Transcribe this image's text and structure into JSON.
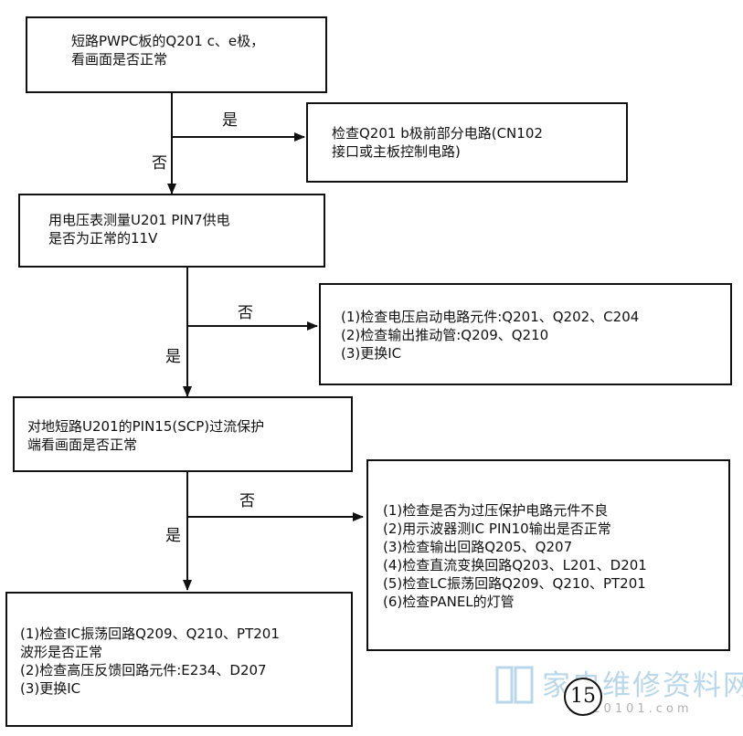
{
  "boxes": {
    "step1": {
      "lines": [
        "短路PWPC板的Q201 c、e极，",
        "看画面是否正常"
      ]
    },
    "yes1": {
      "lines": [
        "检查Q201 b极前部分电路(CN102",
        "接口或主板控制电路)"
      ]
    },
    "step2": {
      "lines": [
        "用电压表测量U201 PIN7供电",
        "是否为正常的11V"
      ]
    },
    "no2": {
      "lines": [
        "(1)检查电压启动电路元件:Q201、Q202、C204",
        "(2)检查输出推动管:Q209、Q210",
        "(3)更换IC"
      ]
    },
    "step3": {
      "lines": [
        "对地短路U201的PIN15(SCP)过流保护",
        "端看画面是否正常"
      ]
    },
    "no3": {
      "lines": [
        "(1)检查是否为过压保护电路元件不良",
        "(2)用示波器测IC PIN10输出是否正常",
        "(3)检查输出回路Q205、Q207",
        "(4)检查直流变换回路Q203、L201、D201",
        "(5)检查LC振荡回路Q209、Q210、PT201",
        "(6)检查PANEL的灯管"
      ]
    },
    "yes3": {
      "lines": [
        "(1)检查IC振荡回路Q209、Q210、PT201",
        "波形是否正常",
        "(2)检查高压反馈回路元件:E234、D207",
        "(3)更换IC"
      ]
    }
  },
  "labels": {
    "yes_1": "是",
    "no_1": "否",
    "no_2": "否",
    "yes_2": "是",
    "no_3": "否",
    "yes_3": "是"
  },
  "page_number": "15",
  "watermark": {
    "text": "家电维修资料网",
    "url": "520101.com"
  },
  "colors": {
    "line": "#111111",
    "watermark": "#b9d7ea"
  }
}
